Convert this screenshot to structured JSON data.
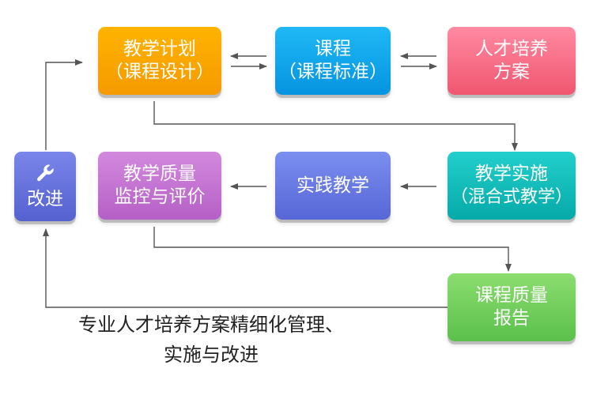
{
  "boxes": {
    "teaching_plan": {
      "line1": "教学计划",
      "line2": "（课程设计）",
      "color_top": "#ffb300",
      "color_bottom": "#f59a00"
    },
    "course": {
      "line1": "课程",
      "line2": "（课程标准）",
      "color_top": "#1fb8f5",
      "color_bottom": "#0594e0"
    },
    "talent_plan": {
      "line1": "人才培养",
      "line2": "方案",
      "color_top": "#ff8aa2",
      "color_bottom": "#f0566f"
    },
    "teaching_impl": {
      "line1": "教学实施",
      "line2": "（混合式教学）",
      "color_top": "#22cfcc",
      "color_bottom": "#06aaa8"
    },
    "practice": {
      "line1": "实践教学",
      "color_top": "#7b8ff0",
      "color_bottom": "#5766d6"
    },
    "quality_monitor": {
      "line1": "教学质量",
      "line2": "监控与评价",
      "color_top": "#d389de",
      "color_bottom": "#b55fc6"
    },
    "improve": {
      "label": "改进",
      "icon": "wrench-icon",
      "color_top": "#7a86ea",
      "color_bottom": "#5561cf"
    },
    "quality_report": {
      "line1": "课程质量",
      "line2": "报告",
      "color_top": "#8bdd6f",
      "color_bottom": "#5bc04b"
    }
  },
  "caption": {
    "line1": "专业人才培养方案精细化管理、",
    "line2": "实施与改进"
  },
  "arrow_color": "#555555"
}
